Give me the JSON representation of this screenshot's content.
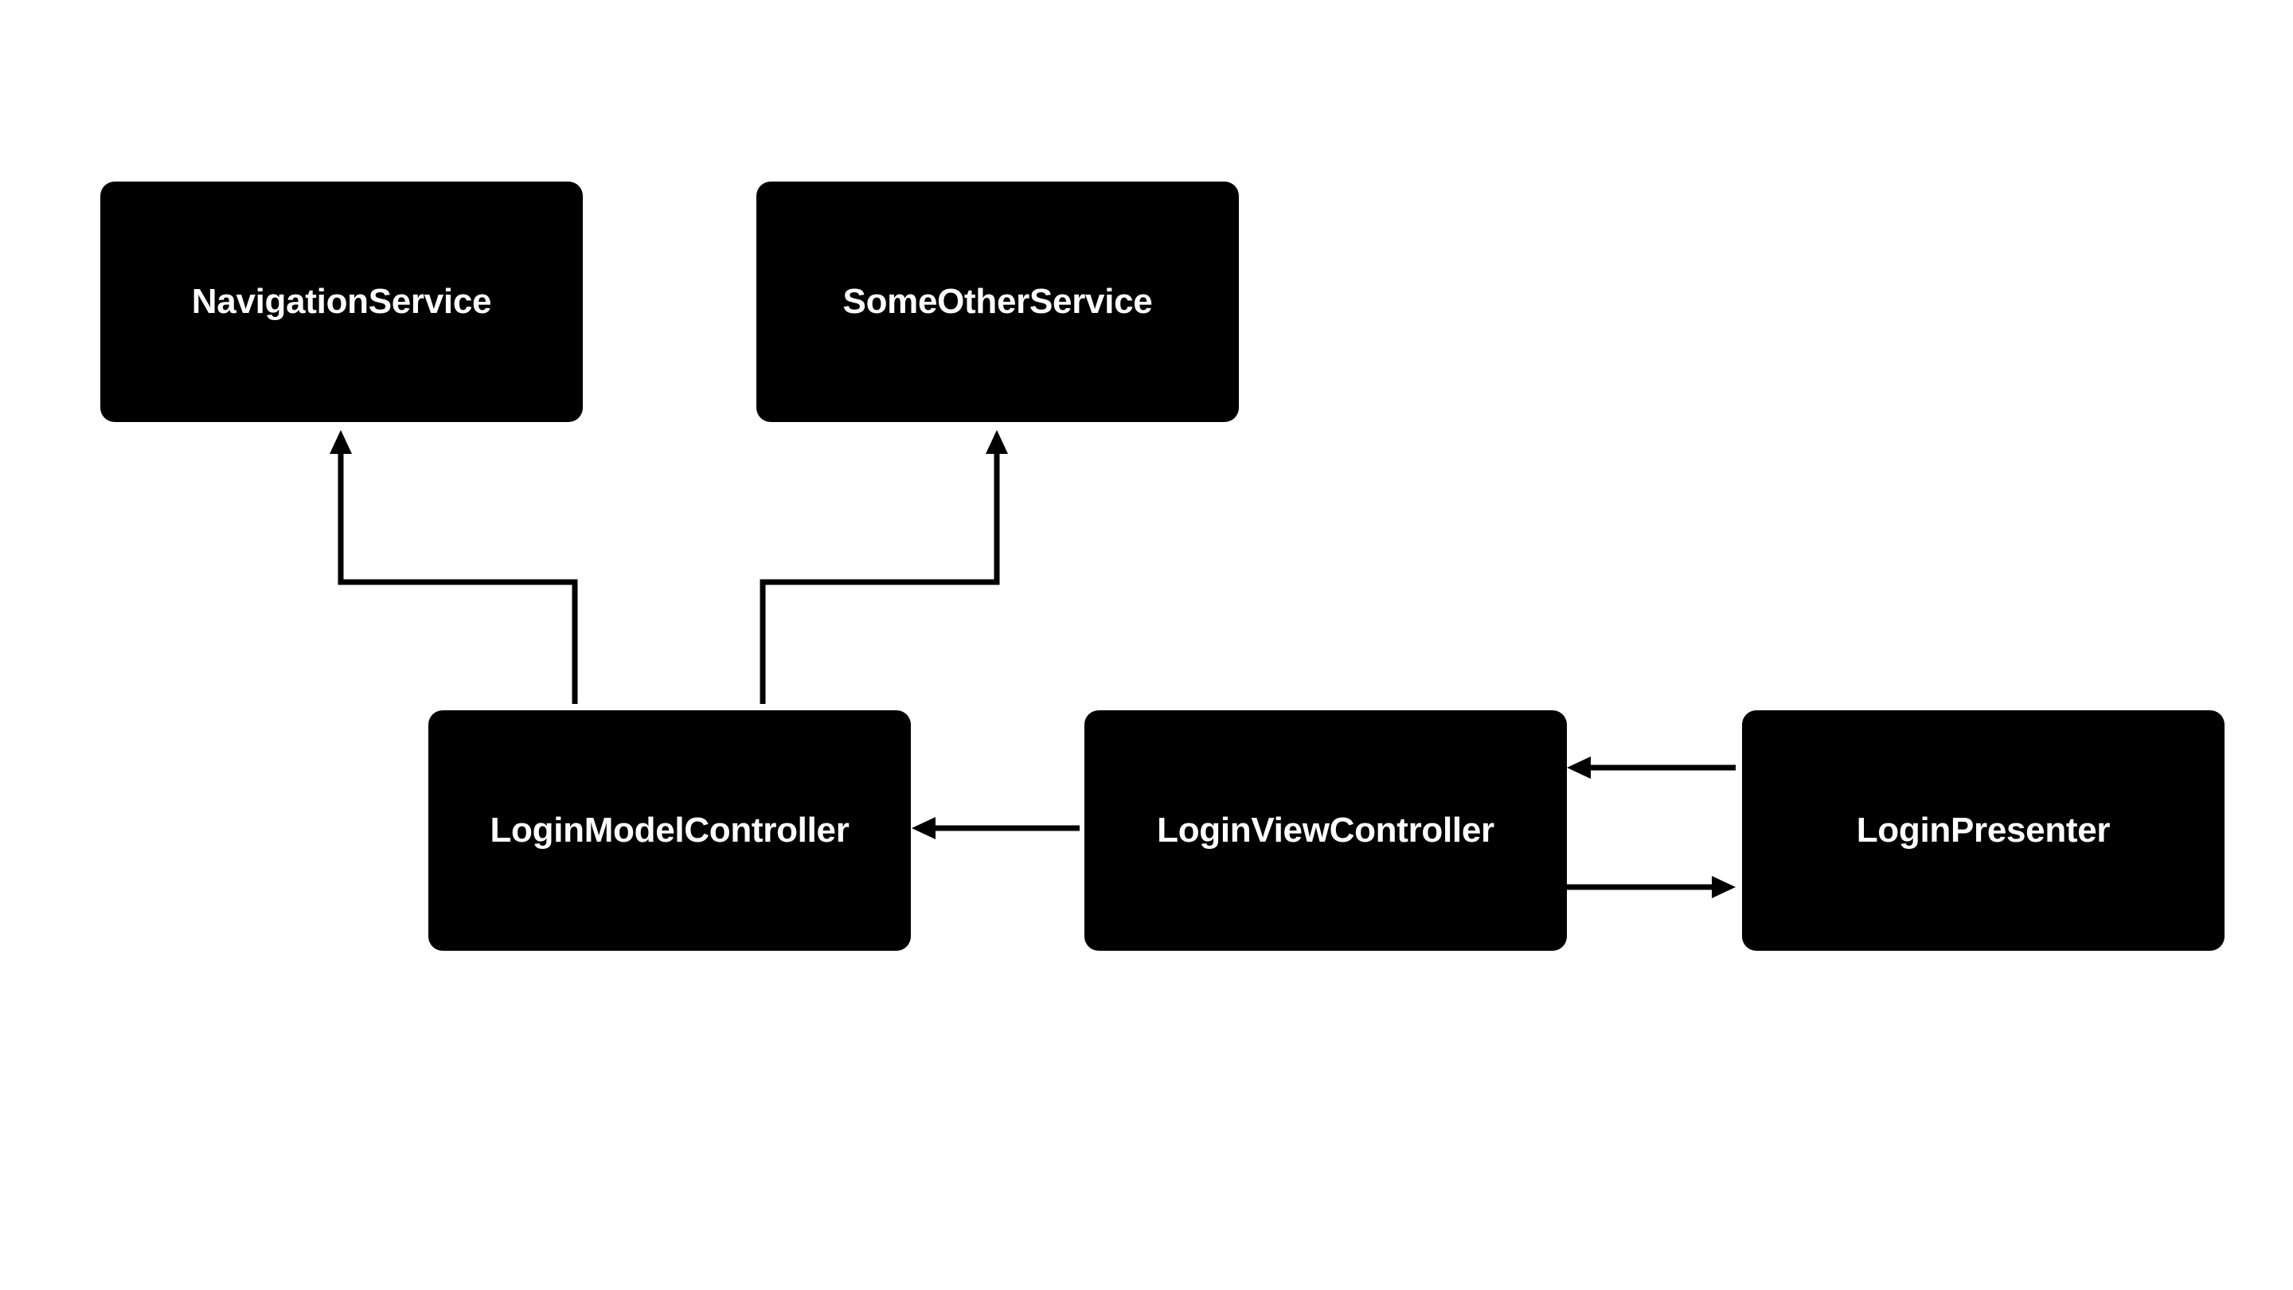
{
  "diagram": {
    "nodes": {
      "navigation_service": {
        "label": "NavigationService"
      },
      "some_other_service": {
        "label": "SomeOtherService"
      },
      "login_model_controller": {
        "label": "LoginModelController"
      },
      "login_view_controller": {
        "label": "LoginViewController"
      },
      "login_presenter": {
        "label": "LoginPresenter"
      }
    },
    "edges": [
      {
        "from": "LoginModelController",
        "to": "NavigationService"
      },
      {
        "from": "LoginModelController",
        "to": "SomeOtherService"
      },
      {
        "from": "LoginViewController",
        "to": "LoginModelController"
      },
      {
        "from": "LoginPresenter",
        "to": "LoginViewController"
      },
      {
        "from": "LoginViewController",
        "to": "LoginPresenter"
      }
    ],
    "colors": {
      "node_fill": "#000000",
      "node_text": "#ffffff",
      "edge": "#000000",
      "background": "#ffffff"
    }
  }
}
